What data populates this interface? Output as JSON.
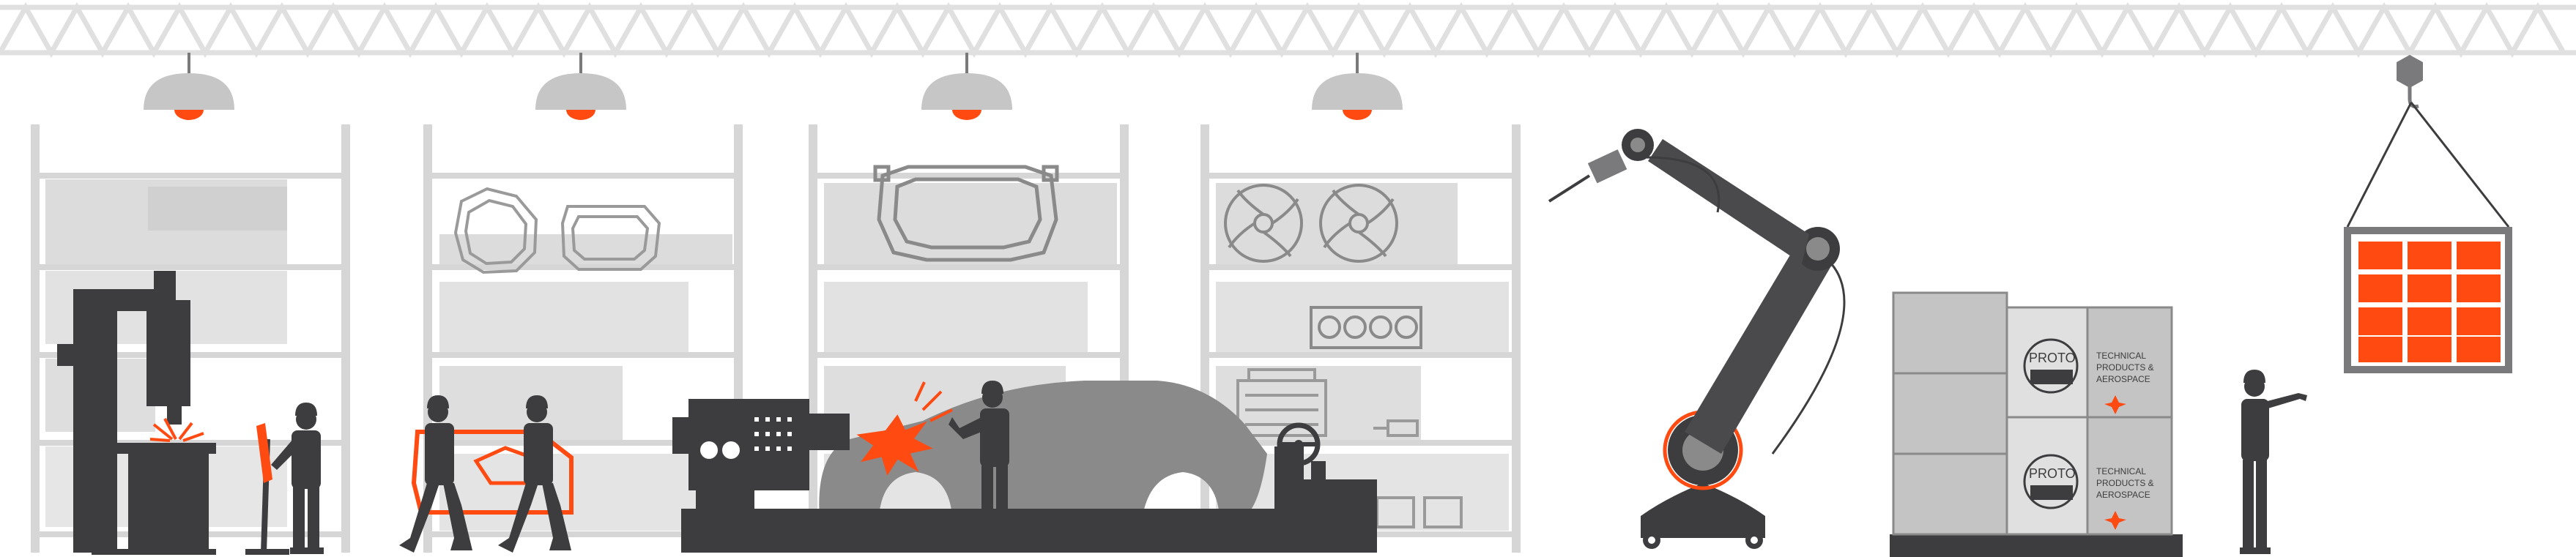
{
  "scene": {
    "palette": {
      "dark": "#3d3d3f",
      "mid": "#7a7a7c",
      "light": "#c8c8c8",
      "shelf": "#d8d8d8",
      "shelf_fill": "#e4e4e4",
      "accent": "#ff4a12",
      "truss": "#e2e2e2",
      "car": "#8a8a8a"
    },
    "crate_labels": {
      "logo_top": "PROTO",
      "line_1": "TECHNICAL",
      "line_2": "PRODUCTS &",
      "line_3": "AEROSPACE"
    }
  }
}
